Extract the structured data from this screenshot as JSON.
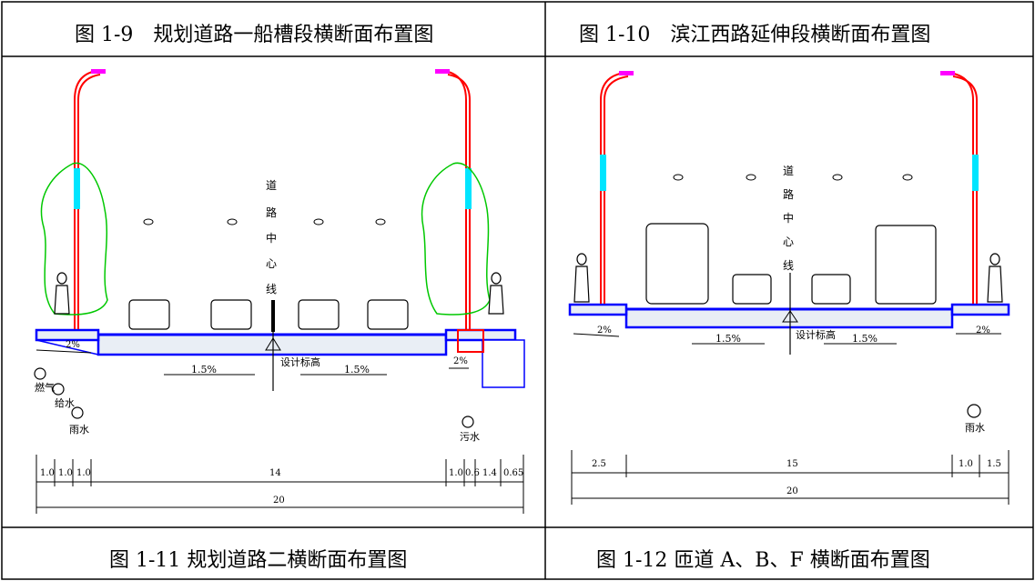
{
  "captions": {
    "top_left": "图 1-9　规划道路一船槽段横断面布置图",
    "top_right": "图 1-10　滨江西路延伸段横断面布置图",
    "bottom_left": "图 1-11 规划道路二横断面布置图",
    "bottom_right": "图 1-12 匝道 A、B、F 横断面布置图"
  },
  "left_section": {
    "center_line_label": [
      "道",
      "路",
      "中",
      "心",
      "线"
    ],
    "design_elevation": "设计标高",
    "slope_left": "1.5%",
    "slope_right": "1.5%",
    "side_slope_left": "2%",
    "side_slope_right": "2%",
    "utilities": {
      "gas": "燃气",
      "water_supply": "给水",
      "rain": "雨水",
      "sewage": "污水"
    },
    "dims_top": [
      "1.0",
      "1.0",
      "1.0",
      "14",
      "1.0",
      "0.6",
      "1.4",
      "0.65"
    ],
    "dim_total": "20"
  },
  "right_section": {
    "center_line_label": [
      "道",
      "路",
      "中",
      "心",
      "线"
    ],
    "design_elevation": "设计标高",
    "slope_left": "1.5%",
    "slope_right": "1.5%",
    "side_slope_left": "2%",
    "side_slope_right": "2%",
    "rain": "雨水",
    "dims_top": [
      "2.5",
      "15",
      "1.0",
      "1.5"
    ],
    "dim_total": "20"
  },
  "colors": {
    "road": "#0000ff",
    "pole": "#ff0000",
    "tree": "#00c800",
    "lamp_light": "#00e5ff",
    "lamp_head": "#ff00ff"
  }
}
